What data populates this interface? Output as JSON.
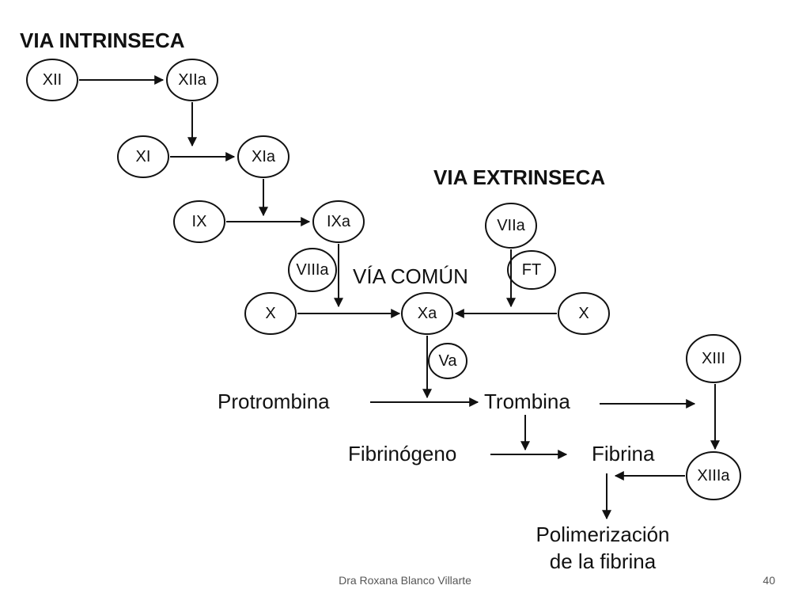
{
  "headings": {
    "intrinsic": "VIA INTRINSECA",
    "extrinsic": "VIA EXTRINSECA",
    "common": "VÍA COMÚN"
  },
  "factors": {
    "xii": "XII",
    "xiia": "XIIa",
    "xi": "XI",
    "xia": "XIa",
    "ix": "IX",
    "ixa": "IXa",
    "viiia": "VIIIa",
    "viia": "VIIa",
    "ft": "FT",
    "x_left": "X",
    "xa": "Xa",
    "x_right": "X",
    "va": "Va",
    "xiii": "XIII",
    "xiiia": "XIIIa"
  },
  "labels": {
    "protrombina": "Protrombina",
    "trombina": "Trombina",
    "fibrinogeno": "Fibrinógeno",
    "fibrina": "Fibrina",
    "polimerizacion_line1": "Polimerización",
    "polimerizacion_line2": "de la fibrina"
  },
  "footer": {
    "author": "Dra Roxana Blanco Villarte",
    "page": "40"
  }
}
